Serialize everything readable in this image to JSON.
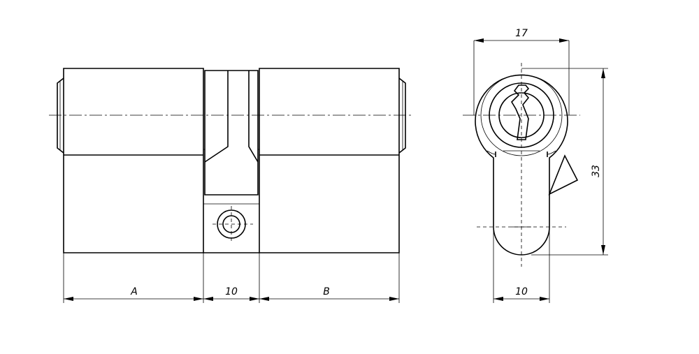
{
  "dimensions": {
    "length_a": "A",
    "center_width": "10",
    "length_b": "B",
    "profile_width": "17",
    "profile_height": "33",
    "bottom_width": "10"
  }
}
